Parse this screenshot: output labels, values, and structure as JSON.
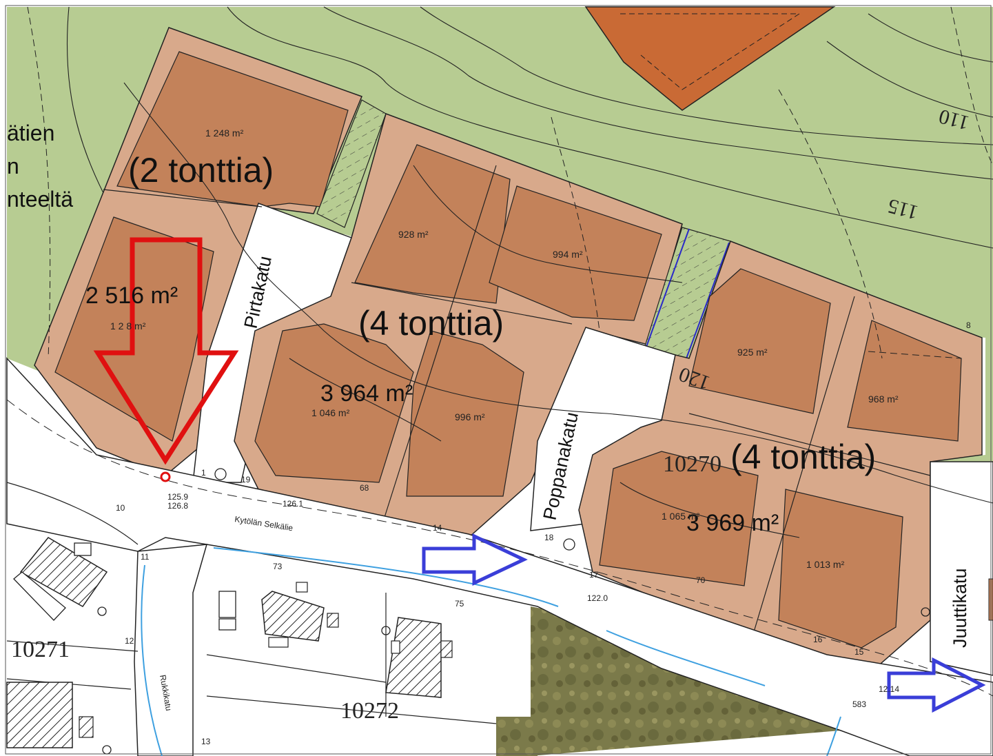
{
  "colors": {
    "green_area": "#b7cc92",
    "plot_fill": "#d8a98b",
    "building_area": "#c3825a",
    "orange_building": "#c96a35",
    "aerial": "#7b7a4a",
    "road": "#ffffff",
    "water": "#3ea0e0",
    "red_arrow": "#e01010",
    "blue_arrow": "#3a3ed8",
    "line": "#222222"
  },
  "labels": {
    "edge_text": [
      "ätien",
      "n",
      "nteeltä"
    ],
    "group_a_count": "(2 tonttia)",
    "group_b_count": "(4 tonttia)",
    "group_c_count": "(4 tonttia)",
    "group_a_area": "2 516 m²",
    "group_b_area": "3 964 m²",
    "group_c_area": "3 969 m²",
    "block_10270": "10270",
    "block_10271": "10271",
    "block_10272": "10272"
  },
  "plot_areas": {
    "a1": "1 248 m²",
    "a2": "1 2 8 m²",
    "b1": "928 m²",
    "b2": "994 m²",
    "b3": "1 046 m²",
    "b4": "996 m²",
    "c1": "925 m²",
    "c2": "968 m²",
    "c3": "1 065 m²",
    "c4": "1 013 m²"
  },
  "streets": {
    "pirtakatu": "Pirtakatu",
    "poppanakatu": "Poppanakatu",
    "juuttikatu": "Juuttikatu",
    "kytolan_selkalie": "Kytölän Selkälie",
    "rukkikatu": "Rukkikatu"
  },
  "contours": {
    "c110": "110",
    "c115": "115",
    "c120": "120"
  },
  "elevations": {
    "e1": "125.9",
    "e2": "126.8",
    "e3": "126.1",
    "e4": "122.0",
    "e5": "12.14"
  },
  "numbers": {
    "n10": "10",
    "n11": "11",
    "n12": "12",
    "n13": "13",
    "n17": "17",
    "n18": "18",
    "n19": "19",
    "n16": "16",
    "n15": "15",
    "n14": "14",
    "n73": "73",
    "n75": "75",
    "n70": "70",
    "n68": "68",
    "n583": "583",
    "n8": "8",
    "n1": "1"
  }
}
